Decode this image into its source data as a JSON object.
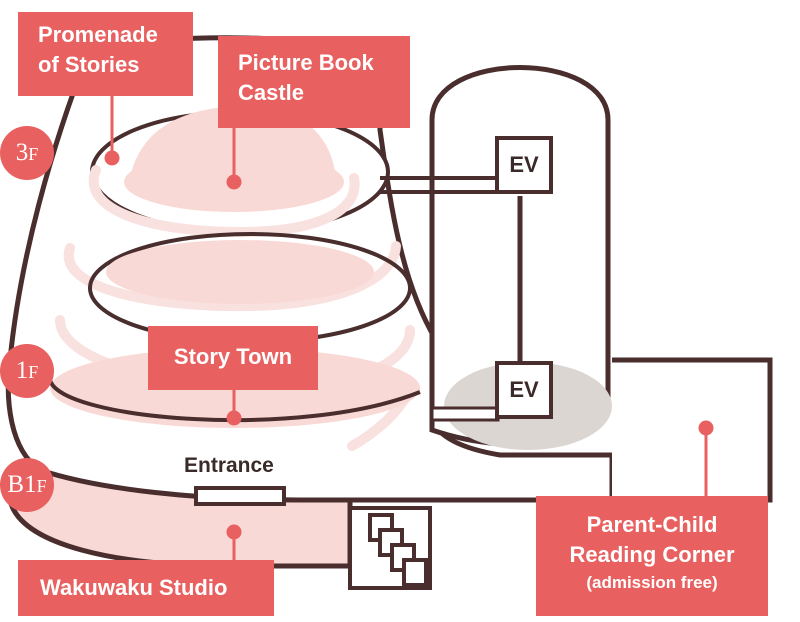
{
  "labels": {
    "promenade": [
      "Promenade",
      "of Stories"
    ],
    "picture_book": [
      "Picture Book",
      "Castle"
    ],
    "story_town": "Story Town",
    "entrance": "Entrance",
    "wakuwaku": "Wakuwaku Studio",
    "parent_child": [
      "Parent-Child",
      "Reading Corner",
      "(admission free)"
    ]
  },
  "floors": {
    "f3": {
      "num": "3",
      "unit": "F"
    },
    "f1": {
      "num": "1",
      "unit": "F"
    },
    "b1": {
      "num": "B1",
      "unit": "F"
    }
  },
  "elevator": [
    "EV",
    "EV"
  ],
  "colors": {
    "accent": "#e8605f",
    "outline": "#4a2e2e",
    "pink_fill": "#f9d9d6",
    "ramp": "#f8e1df",
    "gray_fill": "#dcd6d3"
  }
}
